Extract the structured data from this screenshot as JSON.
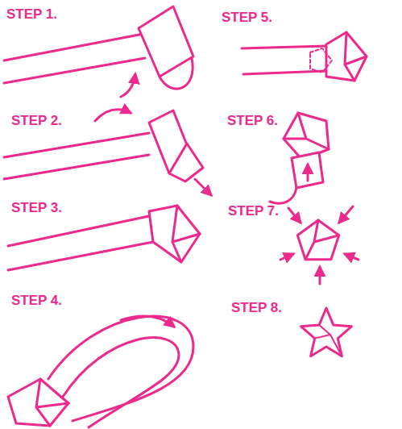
{
  "diagram": {
    "labels": [
      "STEP 1.",
      "STEP 2.",
      "STEP 3.",
      "STEP 4.",
      "STEP 5.",
      "STEP 6.",
      "STEP 7.",
      "STEP 8."
    ]
  }
}
